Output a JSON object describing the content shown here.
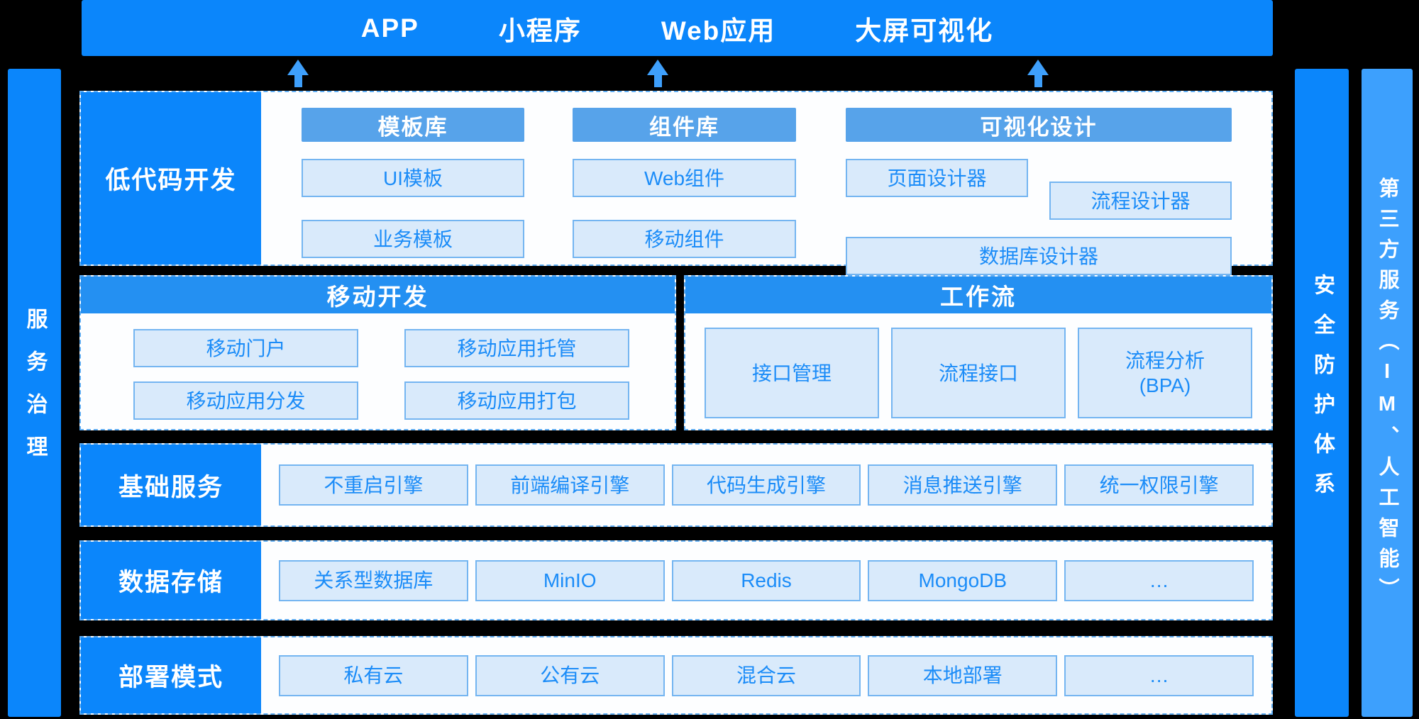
{
  "top_bar": {
    "items": [
      "APP",
      "小程序",
      "Web应用",
      "大屏可视化"
    ]
  },
  "side_bars": {
    "service_governance": "服务治理",
    "security_system": "安全防护体系",
    "third_party": "第三方服务（IM、人工智能）"
  },
  "rows": {
    "low_code": {
      "label": "低代码开发",
      "template_lib": {
        "header": "模板库",
        "boxes": [
          "UI模板",
          "业务模板"
        ]
      },
      "component_lib": {
        "header": "组件库",
        "boxes": [
          "Web组件",
          "移动组件"
        ]
      },
      "visual_design": {
        "header": "可视化设计",
        "boxes": [
          "页面设计器",
          "流程设计器",
          "数据库设计器"
        ]
      }
    },
    "mobile_dev": {
      "header": "移动开发",
      "boxes": [
        "移动门户",
        "移动应用托管",
        "移动应用分发",
        "移动应用打包"
      ]
    },
    "workflow": {
      "header": "工作流",
      "boxes": [
        "接口管理",
        "流程接口",
        "流程分析\n(BPA)"
      ]
    },
    "base_services": {
      "label": "基础服务",
      "boxes": [
        "不重启引擎",
        "前端编译引擎",
        "代码生成引擎",
        "消息推送引擎",
        "统一权限引擎"
      ]
    },
    "data_storage": {
      "label": "数据存储",
      "boxes": [
        "关系型数据库",
        "MinIO",
        "Redis",
        "MongoDB",
        "…"
      ]
    },
    "deployment": {
      "label": "部署模式",
      "boxes": [
        "私有云",
        "公有云",
        "混合云",
        "本地部署",
        "…"
      ]
    }
  },
  "colors": {
    "bright_blue": "#0b86fb",
    "section_header_blue": "#2490f2",
    "column_header_blue": "#57a3ea",
    "third_party_blue": "#3da0fd",
    "arrow_blue": "#3e9ffb",
    "box_background": "#d9eafb",
    "box_border": "#74b5f1",
    "box_text": "#1b8cf8",
    "panel_background": "#fdfeff",
    "dashed_border": "#5fadf3",
    "page_background": "#000000"
  }
}
